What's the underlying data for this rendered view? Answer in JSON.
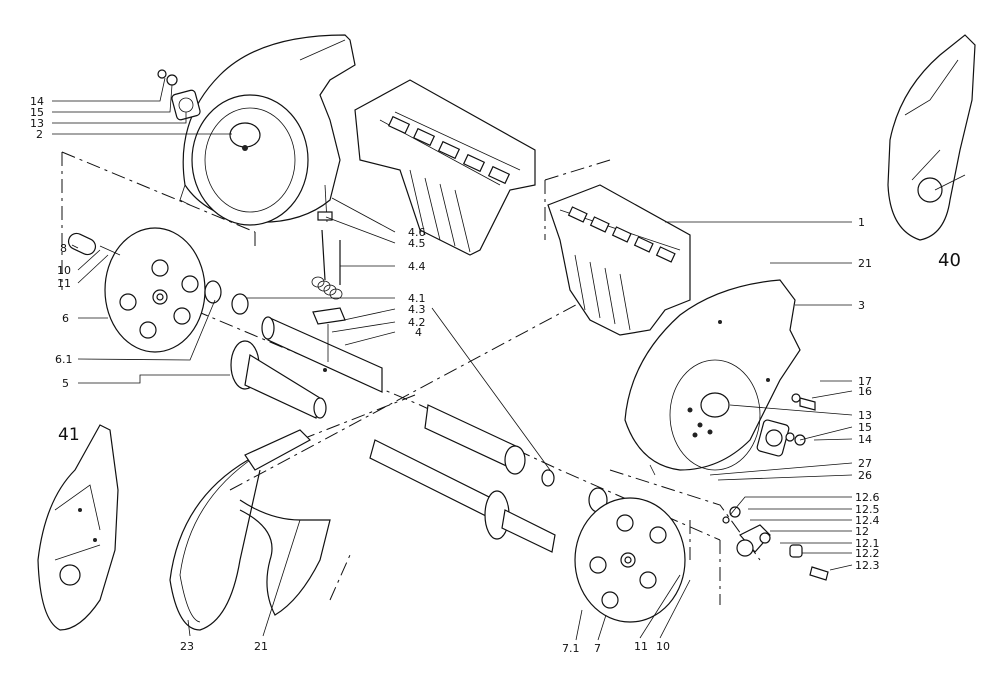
{
  "diagram": {
    "callouts": {
      "c14a": "14",
      "c15a": "15",
      "c13a": "13",
      "c2": "2",
      "c8": "8",
      "c10a": "10",
      "c11a": "11",
      "c6": "6",
      "c61": "6.1",
      "c5": "5",
      "c46": "4.6",
      "c45": "4.5",
      "c44": "4.4",
      "c41": "4.1",
      "c43": "4.3",
      "c42": "4.2",
      "c4": "4",
      "c1": "1",
      "c21a": "21",
      "c3": "3",
      "c17": "17",
      "c16": "16",
      "c13b": "13",
      "c15b": "15",
      "c14b": "14",
      "c27": "27",
      "c26": "26",
      "c126": "12.6",
      "c125": "12.5",
      "c124": "12.4",
      "c12": "12",
      "c121": "12.1",
      "c122": "12.2",
      "c123": "12.3",
      "c40": "40",
      "c41b": "41",
      "c23": "23",
      "c21b": "21",
      "c71": "7.1",
      "c7": "7",
      "c11b": "11",
      "c10b": "10"
    }
  }
}
